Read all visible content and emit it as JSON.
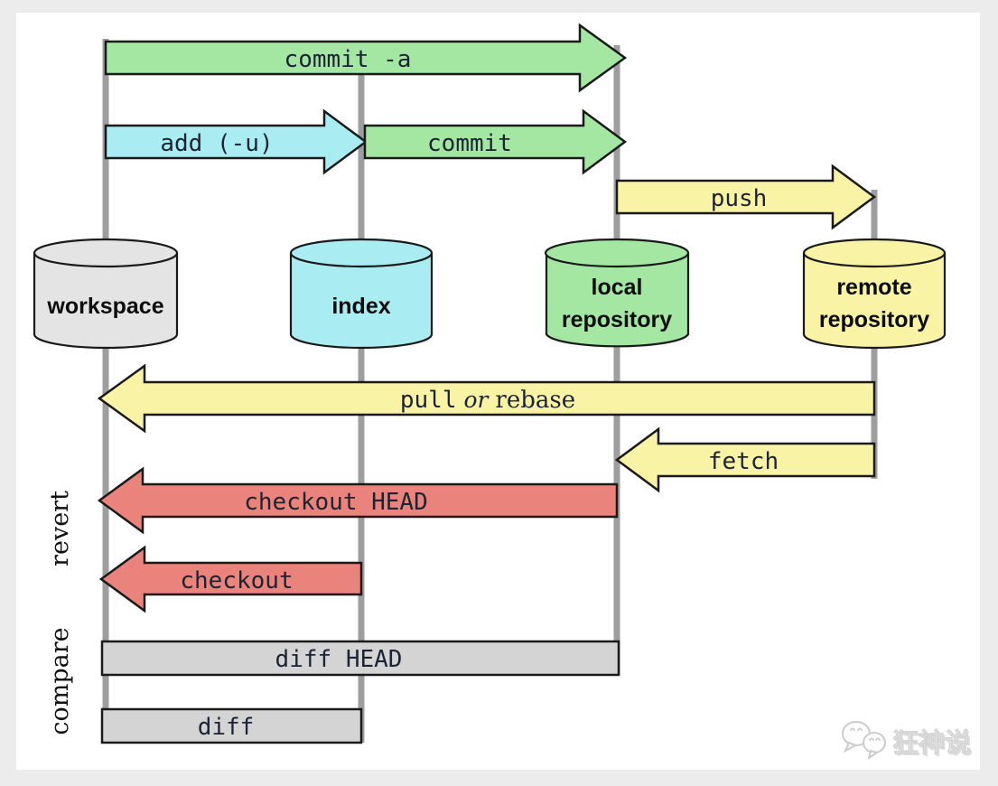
{
  "colors": {
    "background": "#ececec",
    "canvas": "#ffffff",
    "rail_gray": "#9e9e9e",
    "green": "#a3e7a3",
    "cyan": "#a9ecf2",
    "yellow": "#f9f3a6",
    "red": "#e9837c",
    "bar_gray": "#d4d4d4",
    "cylinder_gray": "#e4e4e4"
  },
  "nodes": {
    "workspace": {
      "label": "workspace",
      "color": "#e4e4e4"
    },
    "index": {
      "label": "index",
      "color": "#a9ecf2"
    },
    "local_repository": {
      "line1": "local",
      "line2": "repository",
      "color": "#a3e7a3"
    },
    "remote_repository": {
      "line1": "remote",
      "line2": "repository",
      "color": "#f9f3a6"
    }
  },
  "arrows": {
    "commit_a": {
      "label": "commit -a",
      "color": "#a3e7a3",
      "direction": "right",
      "from": "workspace",
      "to": "local repository"
    },
    "add": {
      "label": "add (-u)",
      "color": "#a9ecf2",
      "direction": "right",
      "from": "workspace",
      "to": "index"
    },
    "commit": {
      "label": "commit",
      "color": "#a3e7a3",
      "direction": "right",
      "from": "index",
      "to": "local repository"
    },
    "push": {
      "label": "push",
      "color": "#f9f3a6",
      "direction": "right",
      "from": "local repository",
      "to": "remote repository"
    },
    "pull_or_rebase": {
      "label_parts": {
        "0": "pull",
        "1": " or ",
        "2": "rebase"
      },
      "color": "#f9f3a6",
      "direction": "left",
      "from": "remote repository",
      "to": "workspace"
    },
    "fetch": {
      "label": "fetch",
      "color": "#f9f3a6",
      "direction": "left",
      "from": "remote repository",
      "to": "local repository"
    },
    "checkout_head": {
      "label": "checkout HEAD",
      "color": "#e9837c",
      "direction": "left",
      "from": "local repository",
      "to": "workspace"
    },
    "checkout": {
      "label": "checkout",
      "color": "#e9837c",
      "direction": "left",
      "from": "index",
      "to": "workspace"
    }
  },
  "bars": {
    "diff_head": {
      "label": "diff HEAD",
      "color": "#d4d4d4",
      "from": "workspace",
      "to": "local repository"
    },
    "diff": {
      "label": "diff",
      "color": "#d4d4d4",
      "from": "workspace",
      "to": "index"
    }
  },
  "side_labels": {
    "revert": "revert",
    "compare": "compare"
  },
  "watermark": {
    "text": "狂神说",
    "icon": "wechat-chat-bubbles"
  }
}
